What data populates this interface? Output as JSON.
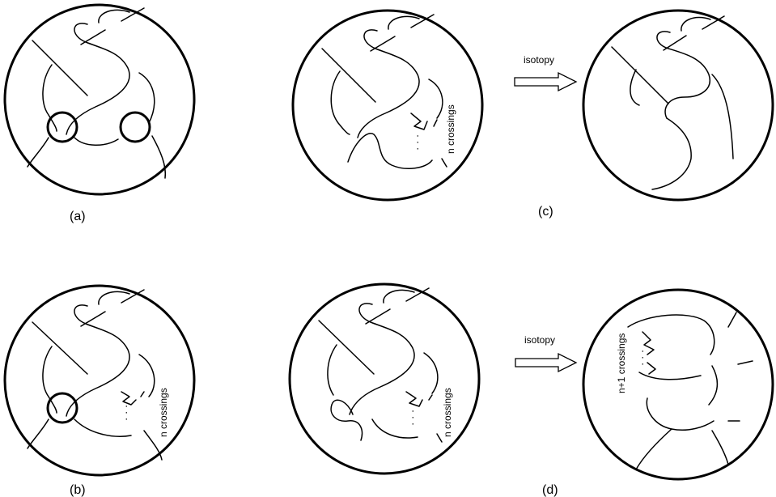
{
  "captions": {
    "a": "(a)",
    "b": "(b)",
    "c": "(c)",
    "d": "(d)"
  },
  "labels": {
    "isotopy_c": "isotopy",
    "isotopy_d": "isotopy",
    "crossings_c": "n crossings",
    "crossings_b": "n crossings",
    "crossings_d": "n crossings",
    "crossings_d_result": "n+1 crossings"
  }
}
